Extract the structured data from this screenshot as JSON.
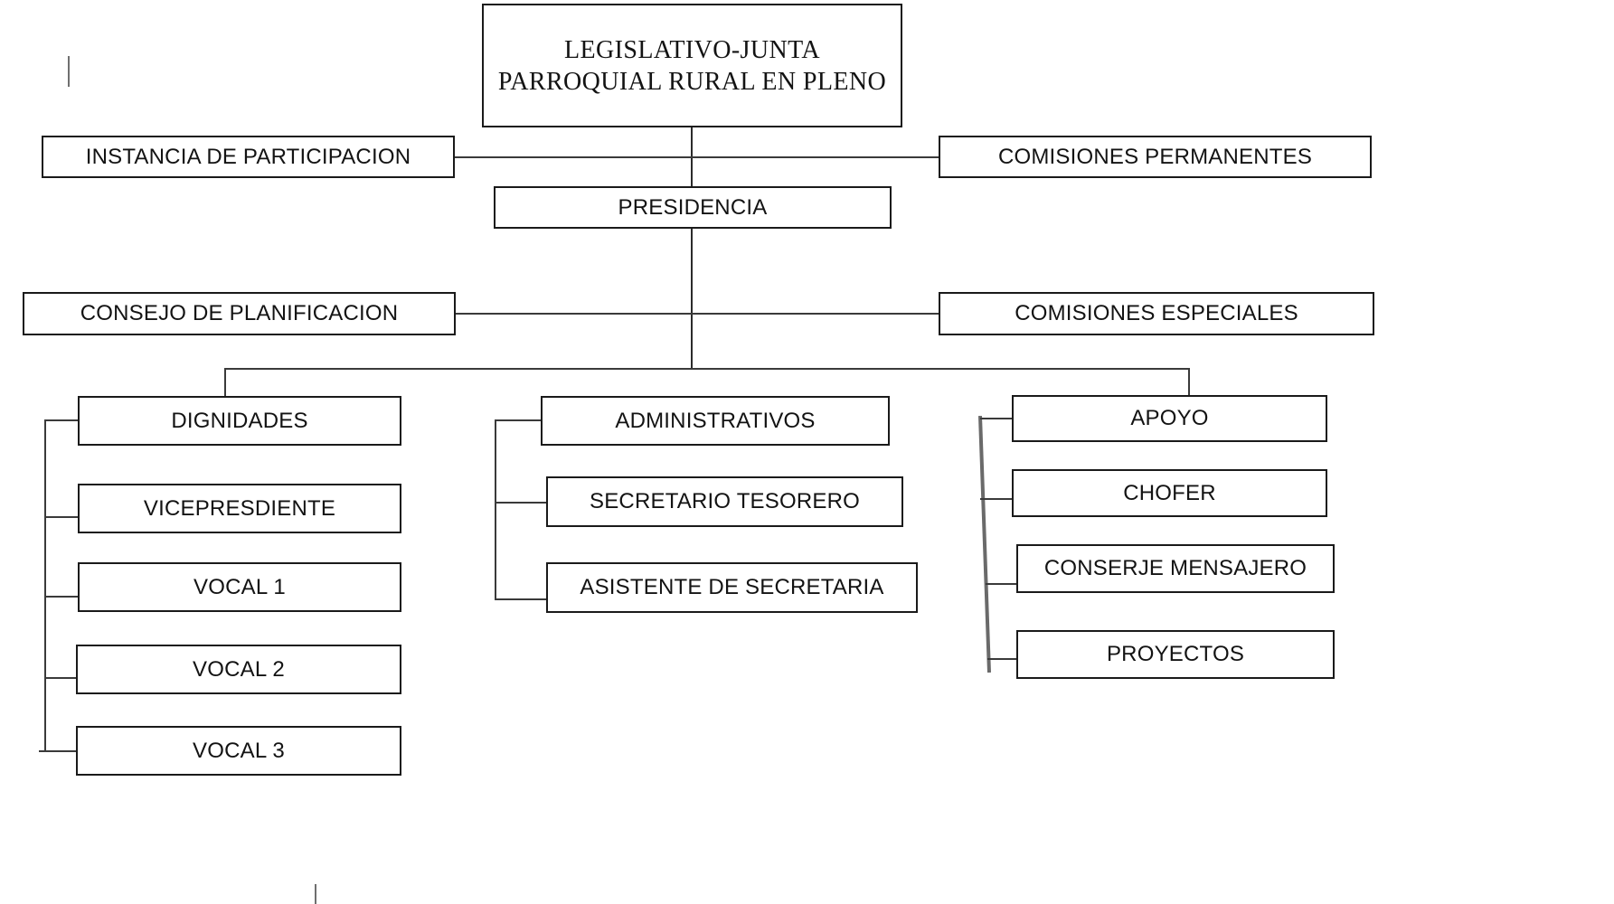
{
  "diagram": {
    "title_node": {
      "label": "LEGISLATIVO-JUNTA PARROQUIAL RURAL EN PLENO"
    },
    "nodes": {
      "legislativo": "LEGISLATIVO-JUNTA PARROQUIAL RURAL EN PLENO",
      "instancia_participacion": "INSTANCIA DE PARTICIPACION",
      "comisiones_permanentes": "COMISIONES PERMANENTES",
      "presidencia": "PRESIDENCIA",
      "consejo_planificacion": "CONSEJO DE PLANIFICACION",
      "comisiones_especiales": "COMISIONES ESPECIALES",
      "dignidades": "DIGNIDADES",
      "vicepresdiente": "VICEPRESDIENTE",
      "vocal_1": "VOCAL 1",
      "vocal_2": "VOCAL 2",
      "vocal_3": "VOCAL 3",
      "administrativos": "ADMINISTRATIVOS",
      "secretario_tesorero": "SECRETARIO TESORERO",
      "asistente_secretaria": "ASISTENTE DE SECRETARIA",
      "apoyo": "APOYO",
      "chofer": "CHOFER",
      "conserje_mensajero": "CONSERJE MENSAJERO",
      "proyectos": "PROYECTOS"
    },
    "columns": {
      "left_branch_parent": "DIGNIDADES",
      "center_branch_parent": "ADMINISTRATIVOS",
      "right_branch_parent": "APOYO"
    },
    "colors": {
      "box_border": "#1a1a1a",
      "connector": "#3a3a3a",
      "text": "#131313",
      "background": "#ffffff",
      "caret": "#6f6f6f"
    }
  }
}
